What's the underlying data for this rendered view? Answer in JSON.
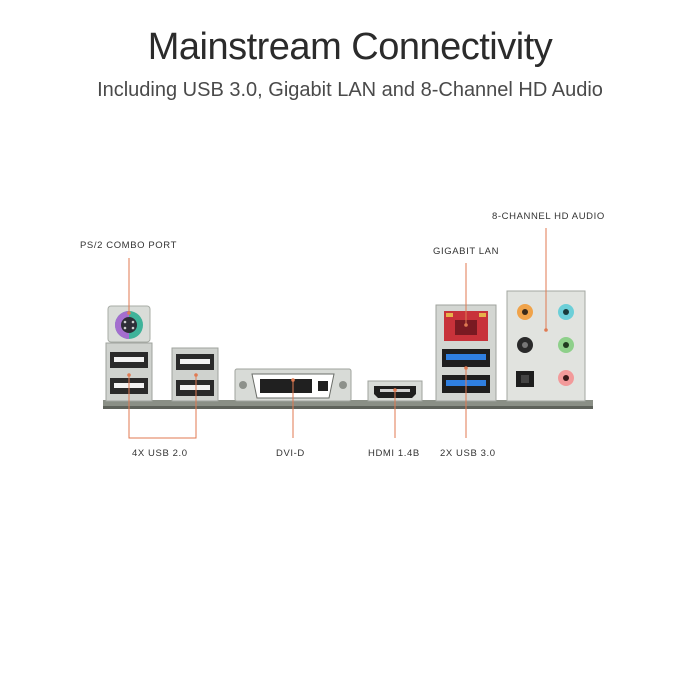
{
  "header": {
    "title": "Mainstream Connectivity",
    "subtitle": "Including USB 3.0, Gigabit LAN and 8-Channel HD Audio"
  },
  "callouts": {
    "ps2": "PS/2 COMBO PORT",
    "usb2": "4X USB 2.0",
    "dvi": "DVI-D",
    "hdmi": "HDMI 1.4B",
    "lan": "GIGABIT LAN",
    "usb3": "2X USB 3.0",
    "audio": "8-CHANNEL HD AUDIO"
  },
  "colors": {
    "callout_line": "#e07a52",
    "usb3_blue": "#2f7fe0",
    "lan_red": "#c8323a",
    "ps2_purple": "#a46ecf",
    "ps2_green": "#3fb39a",
    "audio_orange": "#f0a34a",
    "audio_teal": "#6ccfd8",
    "audio_green": "#8ed08a",
    "audio_pink": "#f29a9a"
  }
}
